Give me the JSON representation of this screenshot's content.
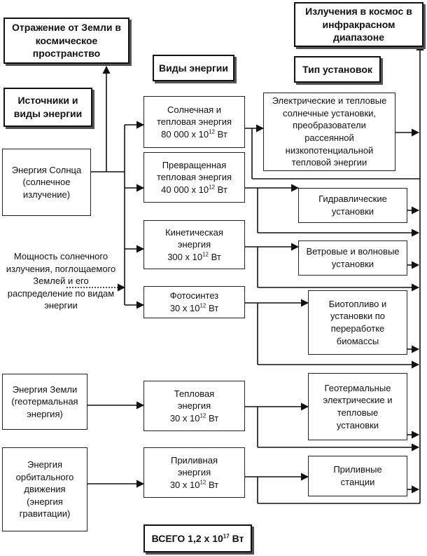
{
  "headers": {
    "reflection": "Отражение от Земли в космическое пространство",
    "infrared": "Излучения в космос в инфракрасном диапазоне",
    "energy_kinds": "Виды энергии",
    "installation_type": "Тип установок",
    "sources_kinds": "Источники и виды энергии"
  },
  "sources": {
    "sun": "Энергия Солнца (солнечное излучение)",
    "absorbed_note": "Мощность солнечного излучения, поглощаемого Землей и его распределение по видам энергии",
    "earth": "Энергия Земли (геотермальная энергия)",
    "orbital": "Энергия орбитального движения (энергия гравитации)"
  },
  "energy_types": {
    "solar_thermal": {
      "line1": "Солнечная и",
      "line2": "тепловая энергия",
      "value": "80 000 x 10",
      "exp": "12",
      "unit": " Вт"
    },
    "converted_thermal": {
      "line1": "Превращенная",
      "line2": "тепловая энергия",
      "value": "40 000 x 10",
      "exp": "12",
      "unit": " Вт"
    },
    "kinetic": {
      "line1": "Кинетическая",
      "line2": "энергия",
      "value": "300 x 10",
      "exp": "12",
      "unit": " Вт"
    },
    "photosynthesis": {
      "line1": "Фотосинтез",
      "line2": "",
      "value": "30 x 10",
      "exp": "12",
      "unit": " Вт"
    },
    "thermal": {
      "line1": "Тепловая",
      "line2": "энергия",
      "value": "30 x 10",
      "exp": "12",
      "unit": " Вт"
    },
    "tidal": {
      "line1": "Приливная",
      "line2": "энергия",
      "value": "30 x 10",
      "exp": "12",
      "unit": " Вт"
    }
  },
  "installations": {
    "solar": "Электрические и тепловые солнечные установки, преобразователи рассеянной низкопотенциальной тепловой энергии",
    "hydro": "Гидравлические установки",
    "wind": "Ветровые и волновые установки",
    "biofuel": "Биотопливо и установки по переработке биомассы",
    "geothermal": "Геотермальные электрические и тепловые установки",
    "tidal": "Приливные станции"
  },
  "total": {
    "text": "ВСЕГО 1,2 x 10",
    "exp": "17",
    "unit": " Вт"
  }
}
